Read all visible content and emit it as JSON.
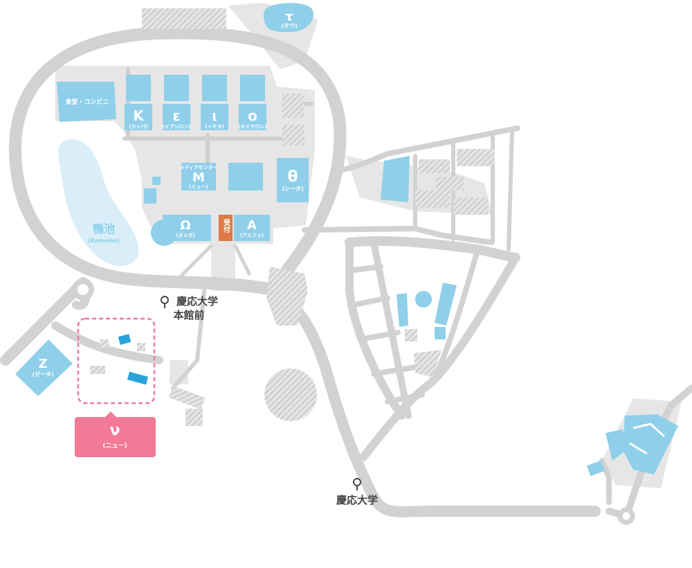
{
  "colors": {
    "road": "#d2d2d2",
    "ground": "#e6e6e6",
    "building": "#8fcfea",
    "lake": "#d9eef8",
    "reception": "#dd7a46",
    "nu_highlight": "#f27a97",
    "nu_buildings": "#2aa3db",
    "label_text": "#ffffff",
    "station_text": "#444444"
  },
  "buildings": {
    "tau": {
      "symbol": "τ",
      "name": "(タウ)"
    },
    "cafeteria": {
      "name": "食堂・コンビニ"
    },
    "kappa": {
      "symbol": "K",
      "name": "(カッパ)"
    },
    "epsilon": {
      "symbol": "ε",
      "name": "(イプシロン)"
    },
    "iota": {
      "symbol": "ι",
      "name": "(イオタ)"
    },
    "omicron": {
      "symbol": "ο",
      "name": "(オミクロン)"
    },
    "mu": {
      "symbol": "M",
      "name": "(ミュー)",
      "subtitle": "メディアセンター"
    },
    "theta": {
      "symbol": "θ",
      "name": "(シータ)"
    },
    "omega": {
      "symbol": "Ω",
      "name": "(オメガ)"
    },
    "reception": {
      "name": "受付"
    },
    "alpha": {
      "symbol": "A",
      "name": "(アルファ)"
    },
    "zeta": {
      "symbol": "Z",
      "name": "(ゼータ)"
    },
    "nu": {
      "symbol": "ν",
      "name": "(ニュー)"
    }
  },
  "lake": {
    "name": "鴨池",
    "romaji": "(Kamoike)"
  },
  "bus_stops": [
    {
      "name_line1": "慶応大学",
      "name_line2": "本館前"
    },
    {
      "name_line1": "慶応大学"
    }
  ]
}
